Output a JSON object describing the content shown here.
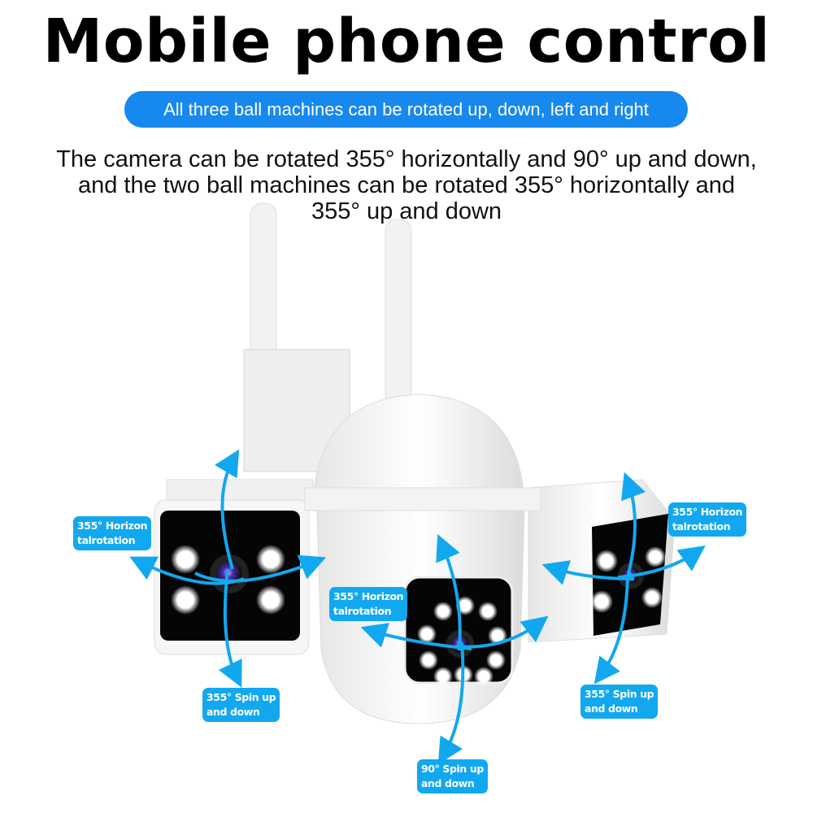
{
  "title": "Mobile phone control",
  "banner": "All three ball machines can be rotated up, down, left and right",
  "description": {
    "line1": "The camera can be rotated 355° horizontally and 90° up and down,",
    "line2": "and the two ball machines can be rotated 355° horizontally and",
    "line3": "355° up and down"
  },
  "callouts": {
    "left_horizontal": {
      "l1": "355° Horizon",
      "l2": "talrotation"
    },
    "center_horizontal": {
      "l1": "355° Horizon",
      "l2": "talrotation"
    },
    "right_horizontal": {
      "l1": "355° Horizon",
      "l2": "talrotation"
    },
    "left_vertical": {
      "l1": "355° Spin up",
      "l2": "and down"
    },
    "right_vertical": {
      "l1": "355° Spin up",
      "l2": "and down"
    },
    "center_vertical": {
      "l1": "90° Spin up",
      "l2": "and down"
    }
  },
  "colors": {
    "accent": "#12a8f0",
    "banner": "#1688ee"
  }
}
